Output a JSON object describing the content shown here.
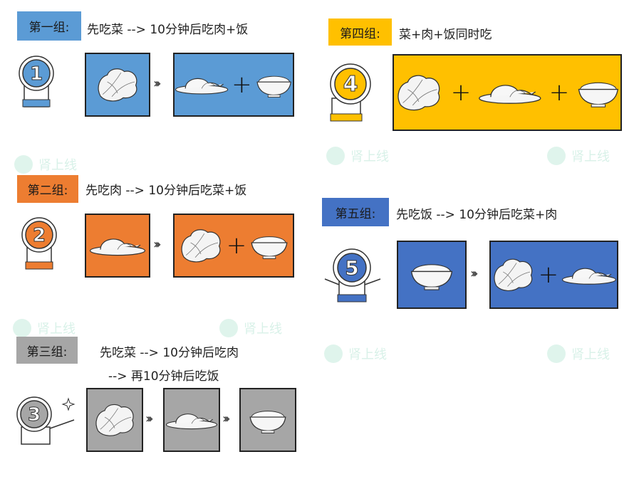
{
  "watermark": "肾上线",
  "colors": {
    "group1": "#5b9bd5",
    "group2": "#ed7d31",
    "group3": "#a6a6a6",
    "group4": "#ffc000",
    "group5": "#4472c4"
  },
  "groups": [
    {
      "number": "1",
      "label": "第一组:",
      "desc": "先吃菜  -->  10分钟后吃肉+饭"
    },
    {
      "number": "2",
      "label": "第二组:",
      "desc": "先吃肉  -->  10分钟后吃菜+饭"
    },
    {
      "number": "3",
      "label": "第三组:",
      "desc": "先吃菜  -->  10分钟后吃肉",
      "desc2": "-->  再10分钟后吃饭"
    },
    {
      "number": "4",
      "label": "第四组:",
      "desc": "菜+肉+饭同时吃"
    },
    {
      "number": "5",
      "label": "第五组:",
      "desc": "先吃饭  -->  10分钟后吃菜+肉"
    }
  ],
  "symbols": {
    "plus": "+",
    "chevrons": "›››"
  }
}
